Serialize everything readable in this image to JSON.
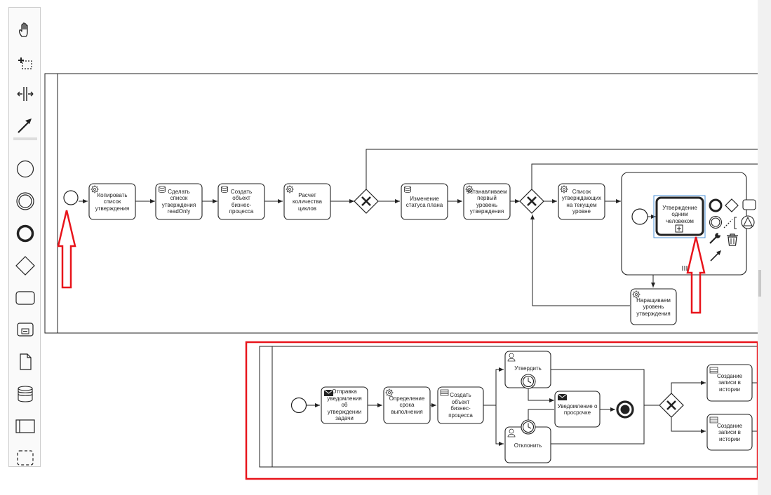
{
  "palette": {
    "tools": [
      {
        "name": "hand-tool",
        "icon": "hand-icon"
      },
      {
        "name": "lasso-tool",
        "icon": "lasso-icon"
      },
      {
        "name": "space-tool",
        "icon": "space-icon"
      },
      {
        "name": "connect-tool",
        "icon": "arrow-icon"
      },
      {
        "name": "start-event-tool",
        "icon": "circle-thin-icon"
      },
      {
        "name": "intermediate-event-tool",
        "icon": "circle-double-icon"
      },
      {
        "name": "end-event-tool",
        "icon": "circle-thick-icon"
      },
      {
        "name": "gateway-tool",
        "icon": "diamond-icon"
      },
      {
        "name": "task-tool",
        "icon": "rounded-rect-icon"
      },
      {
        "name": "subprocess-tool",
        "icon": "subprocess-icon"
      },
      {
        "name": "data-object-tool",
        "icon": "document-icon"
      },
      {
        "name": "data-store-tool",
        "icon": "database-icon"
      },
      {
        "name": "pool-tool",
        "icon": "pool-icon"
      },
      {
        "name": "group-tool",
        "icon": "dashed-rect-icon"
      }
    ]
  },
  "main_process": {
    "tasks": {
      "copy": "Копировать\nсписок\nутверждения",
      "readonly": "Сделать\nсписок\nутверждения\nreadOnly",
      "create_obj": "Создать\nобъект\nбизнес-\nпроцесса",
      "cycles": "Расчет\nколичества\nциклов",
      "status": "Изменение\nстатуса плана",
      "first_level": "Устанавливаем\nпервый\nуровень\nутверждения",
      "approvers": "Список\nутверждающих\nна текущем\nуровне",
      "one_person": "Утверждение\nодним\nчеловеком",
      "increase": "Наращиваем\nуровень\nутверждения"
    }
  },
  "sub_process": {
    "tasks": {
      "notify": "Отправка\nуведомления\nоб\nутверждении\nзадачи",
      "deadline": "Определение\nсрока\nвыполнения",
      "create_obj": "Создать\nобъект\nбизнес-\nпроцесса",
      "approve": "Утвердить",
      "overdue": "Уведомление о\nпросрочке",
      "reject": "Отклонить",
      "history1": "Создание\nзаписи в\nистории",
      "history2": "Создание\nзаписи в\nистории"
    }
  },
  "colors": {
    "annotation": "#e8141b",
    "selection": "#4a90d9",
    "stroke": "#222222"
  }
}
